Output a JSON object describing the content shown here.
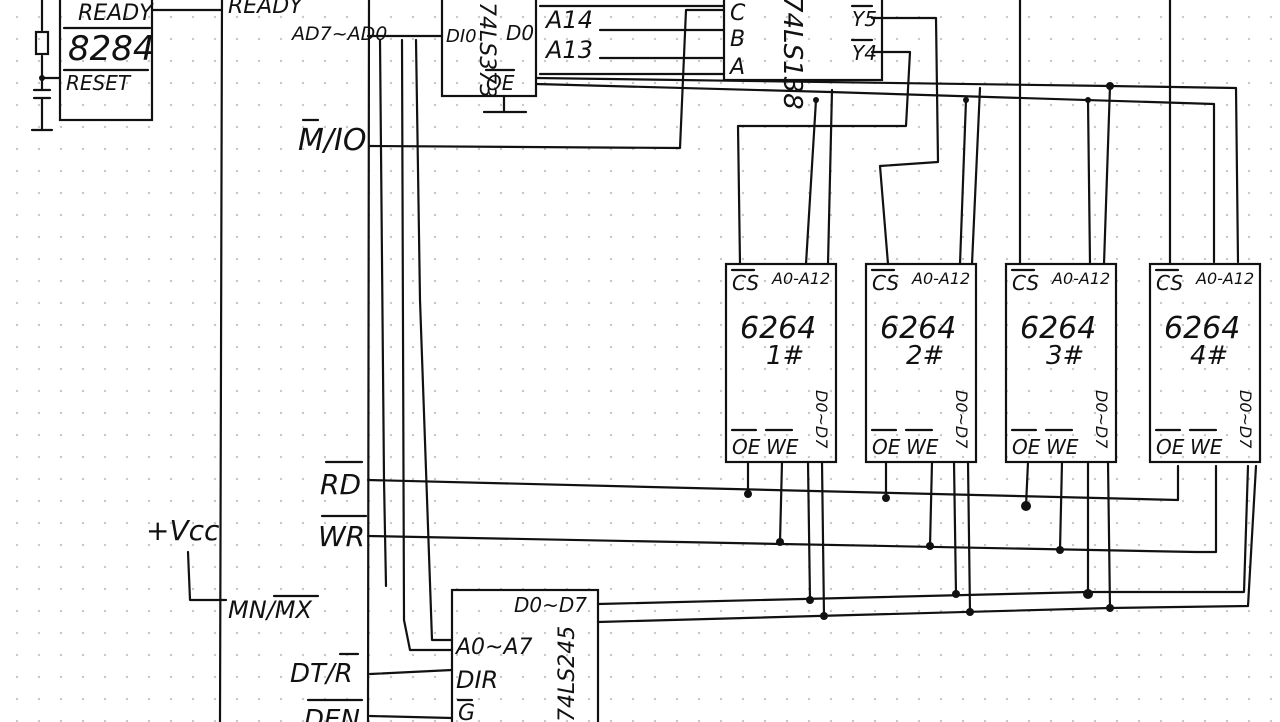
{
  "clock_chip": {
    "ready": "READY",
    "name": "8284",
    "reset": "RESET"
  },
  "cpu_signals": {
    "ready_out": "READY",
    "ad_bus": "AD7~AD0",
    "m_io": "M/IO",
    "rd": "RD",
    "wr": "WR",
    "mn_mx": "MN/MX",
    "dt_r": "DT/R",
    "den": "DEN"
  },
  "vcc": "+Vcc",
  "latch": {
    "name": "74LS373",
    "di": "DI0",
    "do": "D0",
    "oe": "OE"
  },
  "decoder": {
    "name": "74LS138",
    "in_c": "C",
    "in_b": "B",
    "in_a": "A",
    "y5": "Y5",
    "y4": "Y4",
    "a14": "A14",
    "a13": "A13"
  },
  "transceiver": {
    "name": "74LS245",
    "d_pins": "D0~D7",
    "a_pins": "A0~A7",
    "dir": "DIR",
    "g": "G"
  },
  "memory_chips": [
    {
      "name": "6264",
      "index": "1#",
      "cs": "CS",
      "addr": "A0-A12",
      "data": "D0~D7",
      "oe": "OE",
      "we": "WE"
    },
    {
      "name": "6264",
      "index": "2#",
      "cs": "CS",
      "addr": "A0-A12",
      "data": "D0~D7",
      "oe": "OE",
      "we": "WE"
    },
    {
      "name": "6264",
      "index": "3#",
      "cs": "CS",
      "addr": "A0-A12",
      "data": "D0~D7",
      "oe": "OE",
      "we": "WE"
    },
    {
      "name": "6264",
      "index": "4#",
      "cs": "CS",
      "addr": "A0-A12",
      "data": "D0~D7",
      "oe": "OE",
      "we": "WE"
    }
  ]
}
